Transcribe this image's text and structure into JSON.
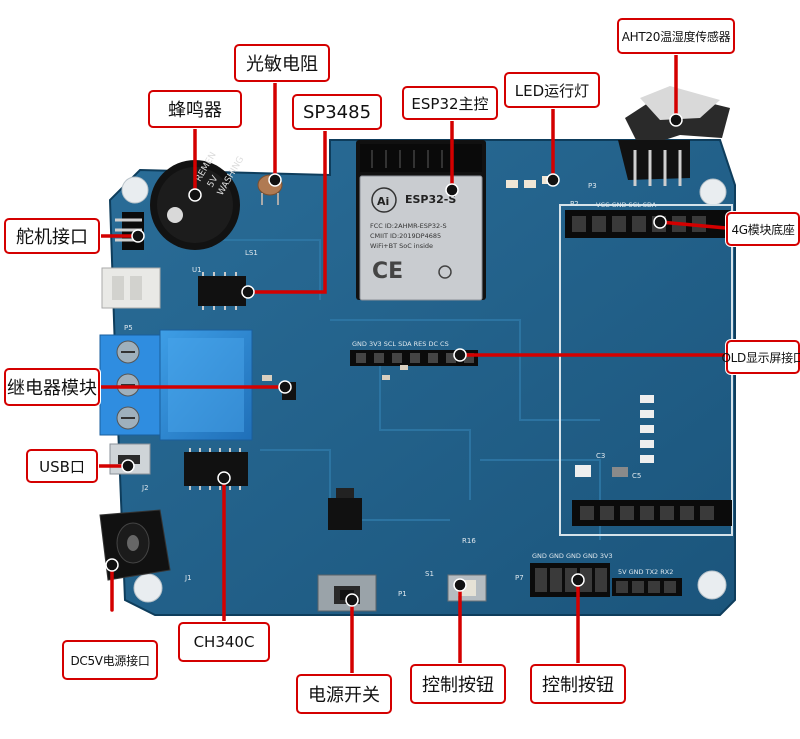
{
  "labels": {
    "servo": "舵机接口",
    "buzzer": "蜂鸣器",
    "photoresistor": "光敏电阻",
    "sp3485": "SP3485",
    "esp32": "ESP32主控",
    "led": "LED运行灯",
    "aht20": "AHT20温湿度传感器",
    "module4g": "4G模块底座",
    "oled": "OLD显示屏接口",
    "relay": "继电器模块",
    "usb": "USB口",
    "ch340c": "CH340C",
    "dc5v": "DC5V电源接口",
    "power_switch": "电源开关",
    "button1": "控制按钮",
    "button2": "控制按钮"
  },
  "chip": {
    "brand": "Ai",
    "model": "ESP32-S",
    "fcc": "FCC ID:2AHMR-ESP32-S",
    "cmiit": "CMIIT ID:2019DP4685",
    "wifi": "WiFi+BT SoC inside"
  },
  "buzzer_text": {
    "line1": "REMEN",
    "line2": "5V",
    "line3": "WASHING"
  },
  "silkscreen": {
    "gnd_3v3": "GND 3V3 SCL SDA RES DC CS",
    "vcc_gnd": "VCC GND SCL SDA",
    "p2": "P2",
    "p3": "P3",
    "p5": "P5",
    "p7": "P7",
    "p1": "P1",
    "j1": "J1",
    "j2": "J2",
    "u1": "U1",
    "ls1": "LS1",
    "s1": "S1",
    "c3": "C3",
    "c5": "C5",
    "r16": "R16",
    "gnd_row": "GND GND GND GND 3V3",
    "tx_row": "5V GND TX2 RX2"
  },
  "colors": {
    "board": "#1f5f8a",
    "label_border": "#d40000",
    "pointer": "#d40000"
  }
}
